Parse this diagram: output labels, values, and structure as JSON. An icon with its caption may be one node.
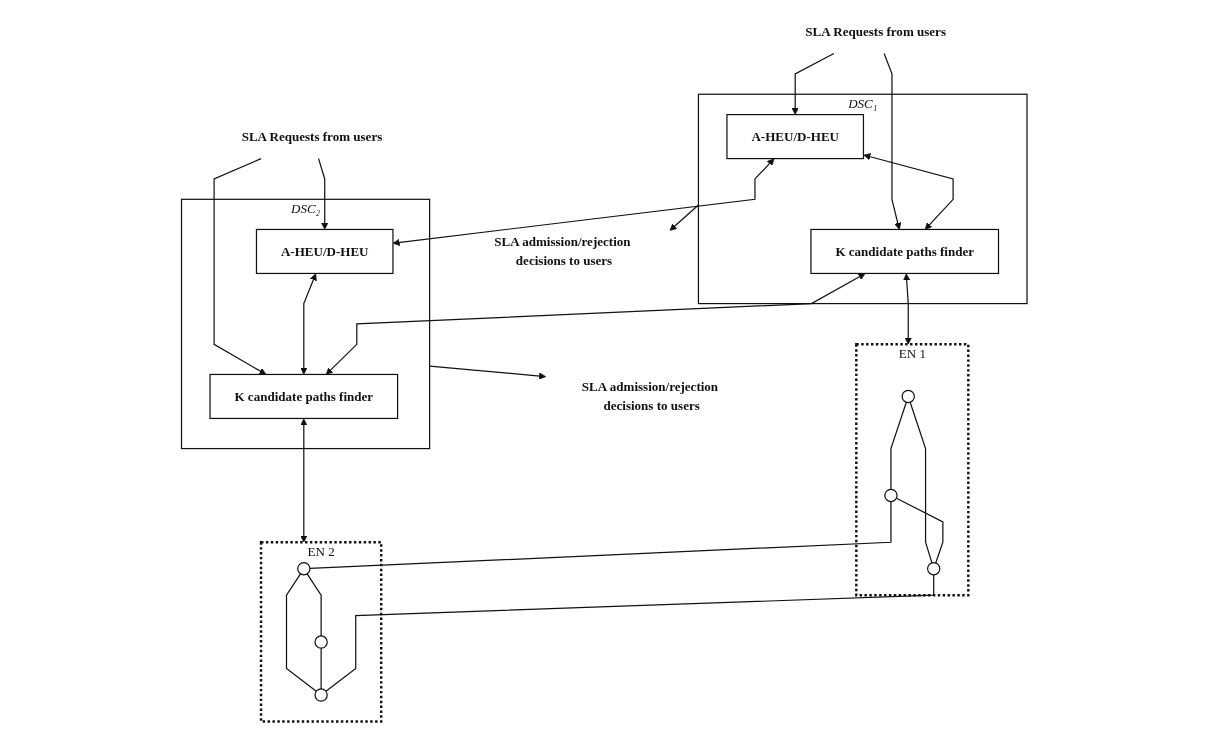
{
  "diagram": {
    "nodes": [
      {
        "text": [
          "DSC₁"
        ]
      },
      {
        "text": [
          "A-HEU/D-HEU"
        ],
        "in": 0
      },
      {
        "text": [
          "K candidate paths finder"
        ],
        "in": 0
      },
      {
        "text": [
          "DSC₂"
        ]
      },
      {
        "text": [
          "A-HEU/D-HEU"
        ],
        "in": 3
      },
      {
        "text": [
          "K candidate paths finder"
        ],
        "in": 3
      },
      {
        "text": [
          "EN 1"
        ]
      },
      {
        "text": [],
        "shape": "circle",
        "in": 6
      },
      {
        "text": [],
        "shape": "circle",
        "in": 6
      },
      {
        "text": [],
        "shape": "circle",
        "in": 6
      },
      {
        "text": [
          "EN 2"
        ]
      },
      {
        "text": [],
        "shape": "circle",
        "in": 10
      },
      {
        "text": [],
        "shape": "circle",
        "in": 10
      },
      {
        "text": [],
        "shape": "circle",
        "in": 10
      },
      {
        "text": [
          "SLA admission/rejection decisions to users"
        ]
      },
      {
        "text": [
          "SLA admission/rejection decisions to users"
        ]
      },
      {
        "text": [
          "SLA Requests from users"
        ]
      },
      {
        "text": [
          "SLA Requests from users"
        ]
      }
    ],
    "edges": [
      {
        "from": 0,
        "to": 14,
        "arrow": "to"
      },
      {
        "from": 3,
        "to": 15,
        "arrow": "to"
      },
      {
        "from": 16,
        "to": 1,
        "arrow": "to"
      },
      {
        "from": 16,
        "to": 2,
        "arrow": "to"
      },
      {
        "from": 17,
        "to": 4,
        "arrow": "to"
      },
      {
        "from": 17,
        "to": 5,
        "arrow": "to"
      },
      {
        "from": 1,
        "to": 2,
        "arrow": "both"
      },
      {
        "from": 4,
        "to": 5,
        "arrow": "both"
      },
      {
        "from": 1,
        "to": 4,
        "arrow": "both"
      },
      {
        "from": 2,
        "to": 5,
        "arrow": "both"
      },
      {
        "from": 2,
        "to": 6,
        "arrow": "both"
      },
      {
        "from": 5,
        "to": 10,
        "arrow": "both"
      },
      {
        "from": 7,
        "to": 8,
        "arrow": "none"
      },
      {
        "from": 7,
        "to": 9,
        "arrow": "none"
      },
      {
        "from": 8,
        "to": 9,
        "arrow": "none"
      },
      {
        "from": 11,
        "to": 12,
        "arrow": "none"
      },
      {
        "from": 11,
        "to": 13,
        "arrow": "none"
      },
      {
        "from": 12,
        "to": 13,
        "arrow": "none"
      },
      {
        "from": 8,
        "to": 11,
        "arrow": "none"
      },
      {
        "from": 9,
        "to": 13,
        "arrow": "none"
      }
    ]
  }
}
